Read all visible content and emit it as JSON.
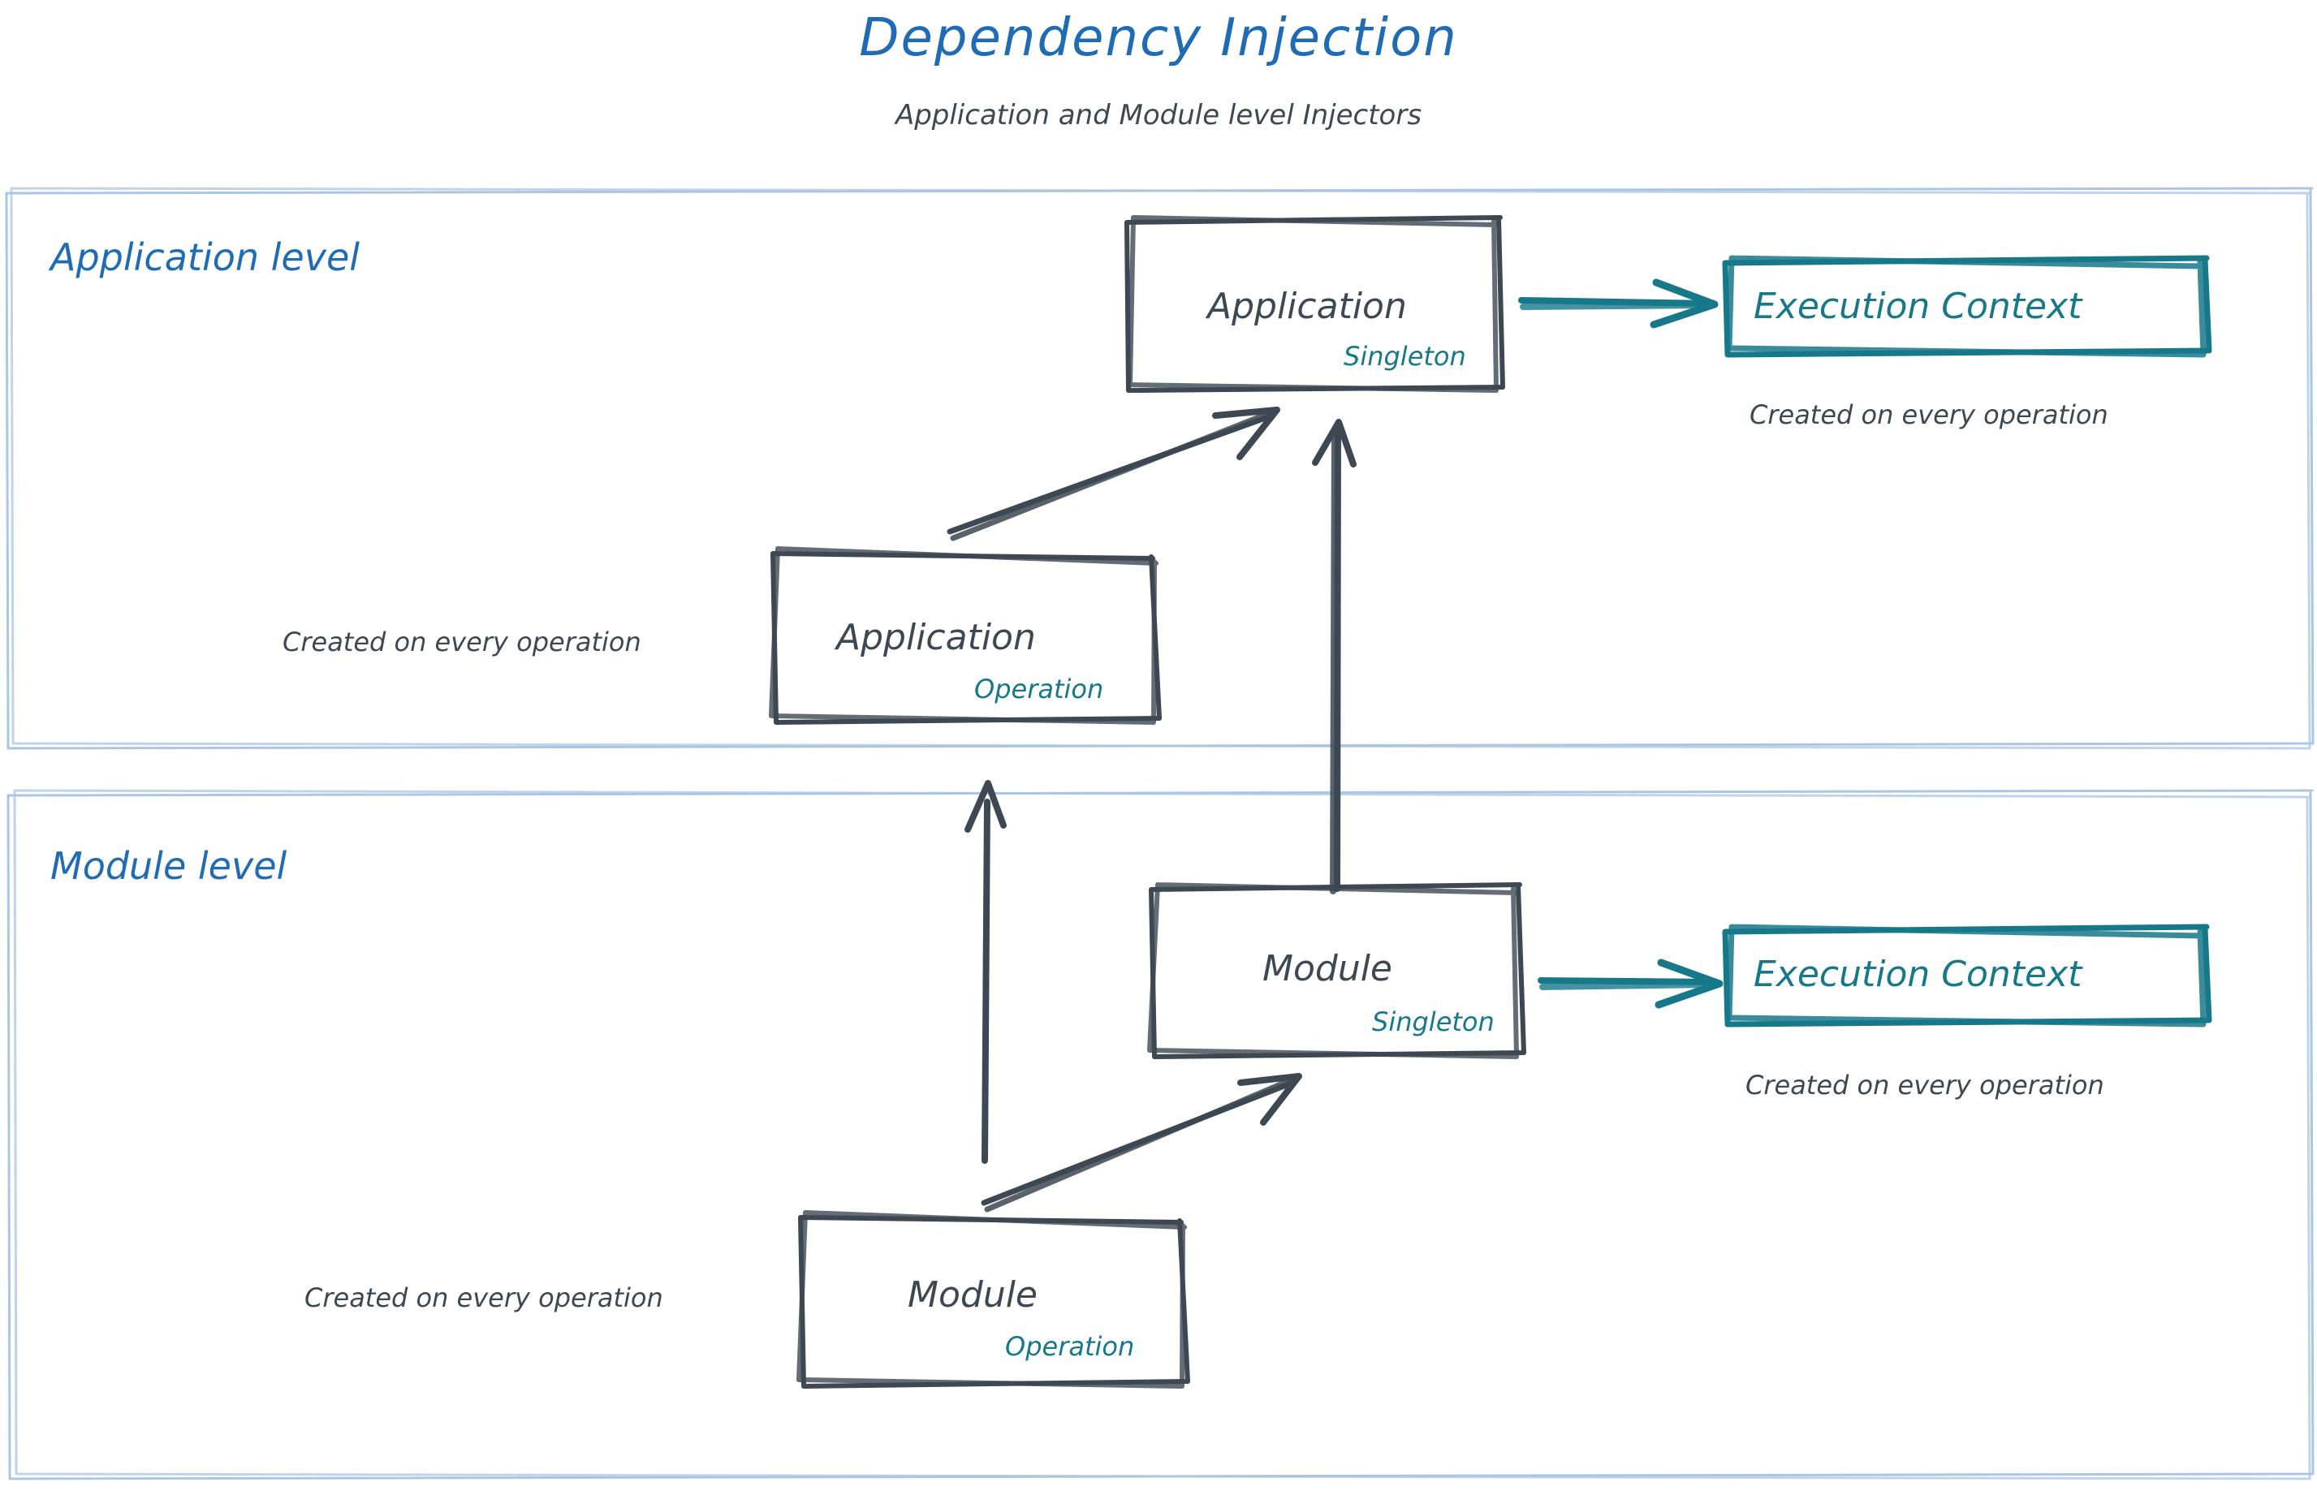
{
  "header": {
    "title": "Dependency Injection",
    "subtitle": "Application and Module level Injectors"
  },
  "colors": {
    "title_blue": "#1f6cb4",
    "panel_border": "#aac6e3",
    "ink": "#3d4852",
    "teal": "#17788a"
  },
  "panels": [
    {
      "id": "application-level",
      "title": "Application level",
      "nodes": [
        {
          "id": "application-singleton",
          "label": "Application",
          "scope": "Singleton",
          "style": "ink-box"
        },
        {
          "id": "execution-context-application",
          "label": "Execution Context",
          "style": "teal-box",
          "note": "Created on every operation"
        },
        {
          "id": "application-operation",
          "label": "Application",
          "scope": "Operation",
          "style": "ink-box",
          "note": "Created on every operation"
        }
      ]
    },
    {
      "id": "module-level",
      "title": "Module level",
      "nodes": [
        {
          "id": "module-singleton",
          "label": "Module",
          "scope": "Singleton",
          "style": "ink-box"
        },
        {
          "id": "execution-context-module",
          "label": "Execution Context",
          "style": "teal-box",
          "note": "Created on every operation"
        },
        {
          "id": "module-operation",
          "label": "Module",
          "scope": "Operation",
          "style": "ink-box",
          "note": "Created on every operation"
        }
      ]
    }
  ],
  "edges": [
    {
      "id": "app-singleton-to-execution-context",
      "from": "application-singleton",
      "to": "execution-context-application",
      "color": "teal"
    },
    {
      "id": "app-operation-to-app-singleton",
      "from": "application-operation",
      "to": "application-singleton",
      "color": "ink"
    },
    {
      "id": "module-singleton-to-app-singleton",
      "from": "module-singleton",
      "to": "application-singleton",
      "color": "ink"
    },
    {
      "id": "module-singleton-to-execution-context",
      "from": "module-singleton",
      "to": "execution-context-module",
      "color": "teal"
    },
    {
      "id": "module-operation-to-module-singleton",
      "from": "module-operation",
      "to": "module-singleton",
      "color": "ink"
    },
    {
      "id": "module-operation-to-app-operation",
      "from": "module-operation",
      "to": "application-operation",
      "color": "ink"
    }
  ]
}
